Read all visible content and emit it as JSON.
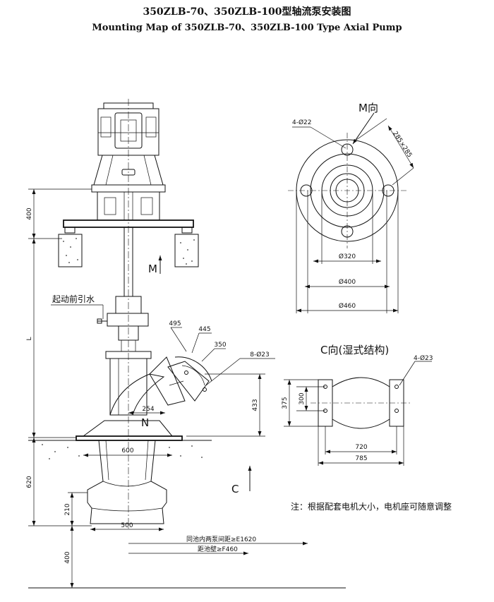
{
  "title_cn": "350ZLB-70、350ZLB-100型轴流泵安装图",
  "title_en": "Mounting Map of 350ZLB-70、350ZLB-100 Type Axial Pump",
  "elevation": {
    "dim_400_top": "400",
    "dim_L": "L",
    "dim_620": "620",
    "dim_210": "210",
    "dim_400_bottom": "400",
    "dim_600": "600",
    "dim_500": "500",
    "dim_254": "254",
    "dim_433": "433",
    "dim_495": "495",
    "dim_445": "445",
    "dim_350": "350",
    "holes_8": "8-Ø23",
    "label_priming": "起动前引水",
    "label_M": "M",
    "label_N": "N",
    "label_C": "C",
    "note_pump_spacing": "同池内两泵间距≥E1620",
    "note_wall_distance": "距池壁≥F460"
  },
  "view_m": {
    "title": "M向",
    "holes": "4-Ø22",
    "square": "285×285",
    "d1": "Ø320",
    "d2": "Ø400",
    "d3": "Ø460"
  },
  "view_c": {
    "title": "C向(湿式结构)",
    "holes": "4-Ø23",
    "h1": "375",
    "h2": "300",
    "w1": "720",
    "w2": "785"
  },
  "note": "注：根据配套电机大小，电机座可随意调整"
}
